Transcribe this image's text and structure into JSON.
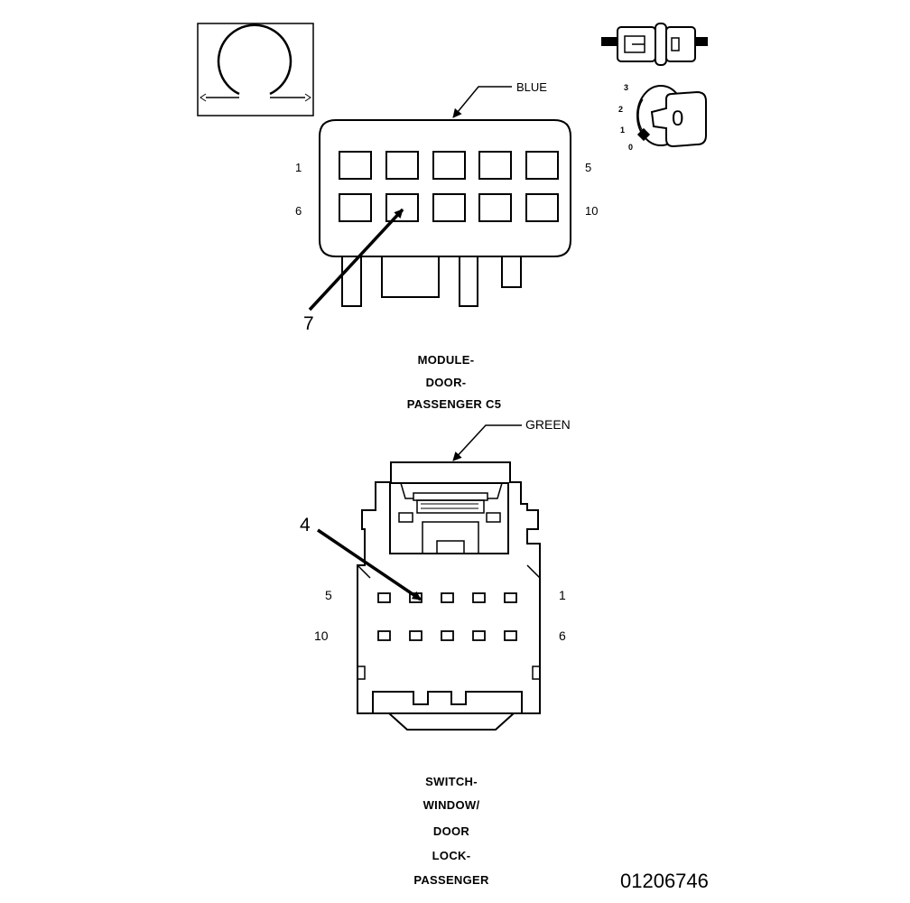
{
  "connector_c5": {
    "color_label": "BLUE",
    "pin_labels": {
      "top_left": "1",
      "top_right": "5",
      "bottom_left": "6",
      "bottom_right": "10"
    },
    "callout_pin": "7",
    "title_lines": [
      "MODULE-",
      "DOOR-",
      "PASSENGER C5"
    ]
  },
  "connector_switch": {
    "color_label": "GREEN",
    "pin_labels": {
      "top_left": "5",
      "top_right": "1",
      "bottom_left": "10",
      "bottom_right": "6"
    },
    "callout_pin": "4",
    "title_lines": [
      "SWITCH-",
      "WINDOW/",
      "DOOR",
      "LOCK-",
      "PASSENGER"
    ]
  },
  "ignition_icon": {
    "positions": [
      "3",
      "2",
      "1",
      "0"
    ],
    "key_label": "0"
  },
  "figure_id": "01206746",
  "icons": [
    "rotation-symbol-icon",
    "connector-plug-icon",
    "ignition-key-icon"
  ]
}
